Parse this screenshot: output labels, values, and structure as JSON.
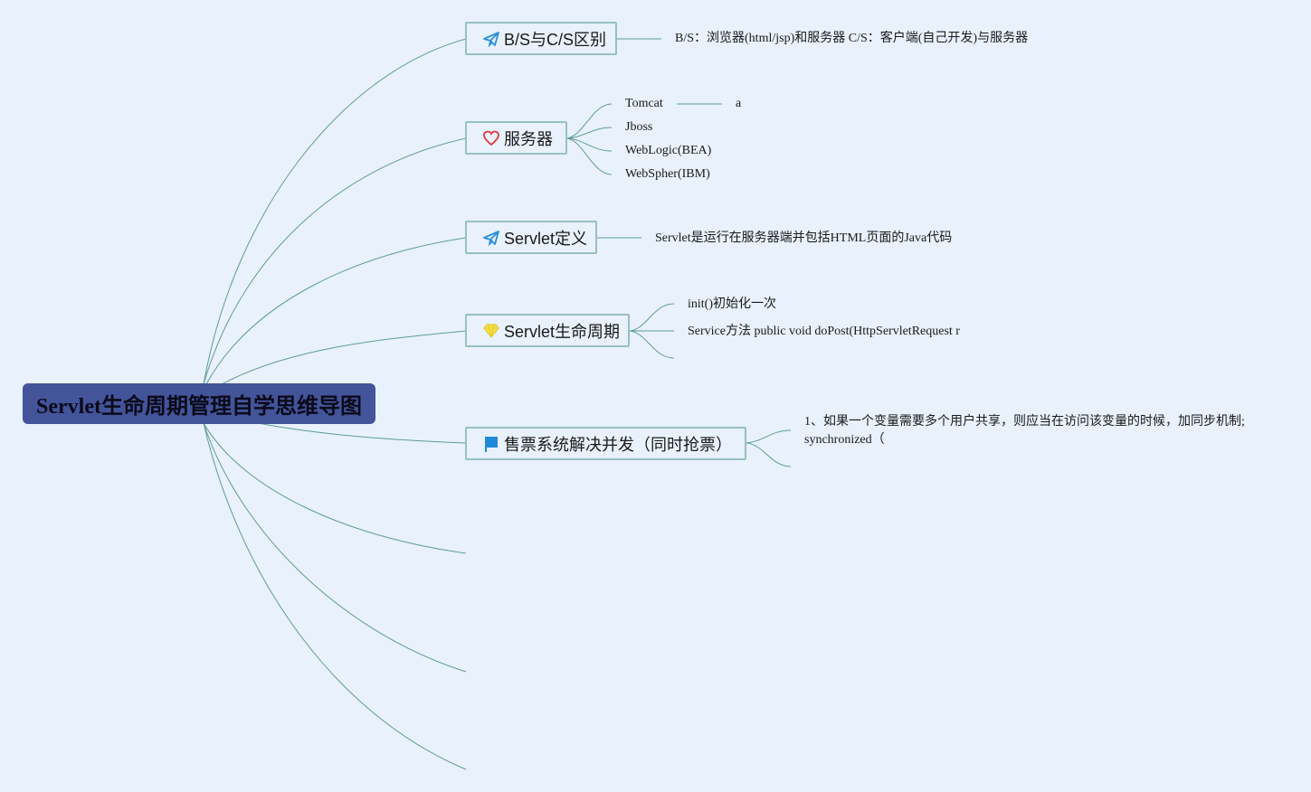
{
  "root": {
    "title": "Servlet生命周期管理自学思维导图"
  },
  "topics": [
    {
      "label": "B/S与C/S区别",
      "icon": "paper-plane-icon"
    },
    {
      "label": "服务器",
      "icon": "heart-icon"
    },
    {
      "label": "Servlet定义",
      "icon": "paper-plane-icon"
    },
    {
      "label": "Servlet生命周期",
      "icon": "diamond-icon"
    },
    {
      "label": "售票系统解决并发（同时抢票）",
      "icon": "flag-icon"
    }
  ],
  "details": {
    "bs_cs": "B/S：浏览器(html/jsp)和服务器 C/S：客户端(自己开发)与服务器",
    "servers": [
      "Tomcat",
      "Jboss",
      "WebLogic(BEA)",
      "WebSpher(IBM)"
    ],
    "tomcat_child": "a",
    "servlet_def": "Servlet是运行在服务器端并包括HTML页面的Java代码",
    "lifecycle": [
      "init()初始化一次",
      "Service方法 public void doPost(HttpServletRequest r"
    ],
    "ticket": [
      "1、如果一个变量需要多个用户共享，则应当在访问该变量的时候，加同步机制;",
      "synchronized（"
    ]
  },
  "colors": {
    "background": "#e8f1fc",
    "root_fill": "#43549a",
    "topic_border": "#96c1c3",
    "connector": "#5f9b96",
    "plane_icon": "#2a8fd6",
    "heart_icon": "#e0343a",
    "diamond_icon": "#f5e04a",
    "flag_icon": "#1f8ad8"
  }
}
